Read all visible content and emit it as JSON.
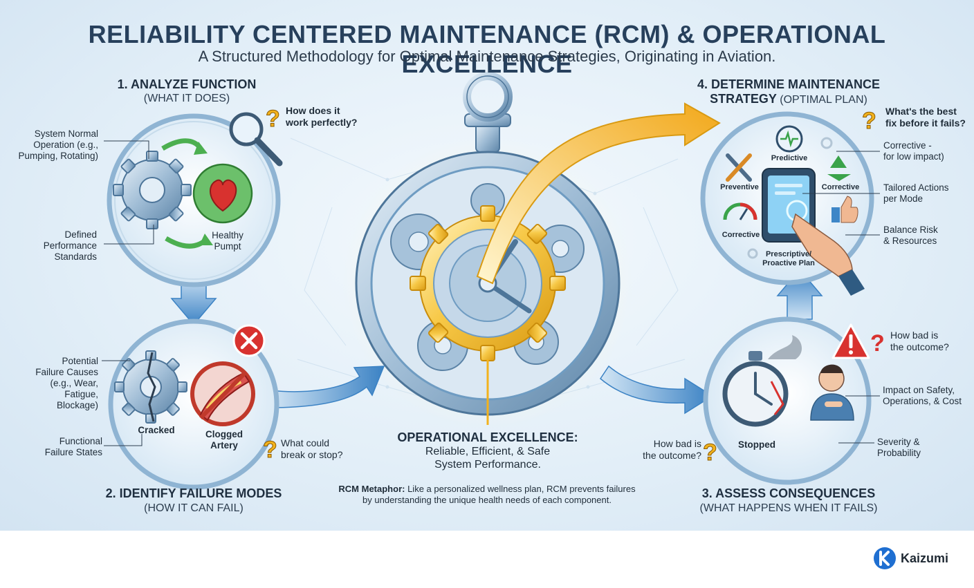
{
  "header": {
    "title": "RELIABILITY CENTERED MAINTENANCE (RCM) & OPERATIONAL EXCELLENCE",
    "subtitle": "A Structured Methodology for Optimal Maintenance Strategies, Originating in Aviation."
  },
  "step1": {
    "heading": "1. ANALYZE FUNCTION",
    "subheading": "(WHAT IT DOES)",
    "question": [
      "How does it",
      "work perfectly?"
    ],
    "labels": {
      "normal_operation": [
        "System Normal",
        "Operation (e.g.,",
        "Pumping, Rotating)"
      ],
      "performance": [
        "Defined",
        "Performance",
        "Standards"
      ],
      "healthy_pump": [
        "Healthy",
        "Pumpt"
      ]
    }
  },
  "step2": {
    "heading": "2. IDENTIFY FAILURE MODES",
    "subheading": "(HOW IT CAN FAIL)",
    "question": [
      "What could",
      "break or stop?"
    ],
    "labels": {
      "causes": [
        "Potential",
        "Failure Causes",
        "(e.g., Wear,",
        "Fatigue,",
        "Blockage)"
      ],
      "states": [
        "Functional",
        "Failure States"
      ],
      "cracked": "Cracked",
      "clogged": [
        "Clogged",
        "Artery"
      ]
    }
  },
  "step3": {
    "heading": "3. ASSESS CONSEQUENCES",
    "subheading": "(WHAT HAPPENS WHEN IT FAILS)",
    "question_right": [
      "How bad is",
      "the outcome?"
    ],
    "question_left": [
      "How bad is",
      "the outcome?"
    ],
    "labels": {
      "impact": [
        "Impact on Safety,",
        "Operations, & Cost"
      ],
      "severity": [
        "Severity &",
        "Probability"
      ],
      "stopped": "Stopped"
    }
  },
  "step4": {
    "heading": "4. DETERMINE MAINTENANCE",
    "heading2": "STRATEGY",
    "subheading": "(OPTIMAL PLAN)",
    "question": [
      "What's the best",
      "fix before it fails?"
    ],
    "labels": {
      "corrective_low": [
        "Corrective -",
        "for low impact)"
      ],
      "tailored": [
        "Tailored Actions",
        "per Mode"
      ],
      "balance": [
        "Balance Risk",
        "& Resources"
      ],
      "predictive": "Predictive",
      "preventive": "Preventive",
      "corrective_a": "Corrective",
      "corrective_b": "Corrective",
      "prescriptive": [
        "Prescriptive/",
        "Proactive Plan"
      ]
    }
  },
  "center": {
    "heading": "OPERATIONAL EXCELLENCE:",
    "lines": [
      "Reliable, Efficient, & Safe",
      "System Performance."
    ],
    "metaphor_label": "RCM Metaphor:",
    "metaphor_text": "Like a personalized wellness plan, RCM prevents failures",
    "metaphor_text2": "by understanding the unique health needs of each component."
  },
  "brand": {
    "name": "Kaizumi"
  },
  "colors": {
    "title": "#27405c",
    "gold": "#f2b21d",
    "steel": "#6f9cc2",
    "arrow_blue": "#3f86c6",
    "green": "#3aa34a",
    "red": "#d8322f"
  }
}
